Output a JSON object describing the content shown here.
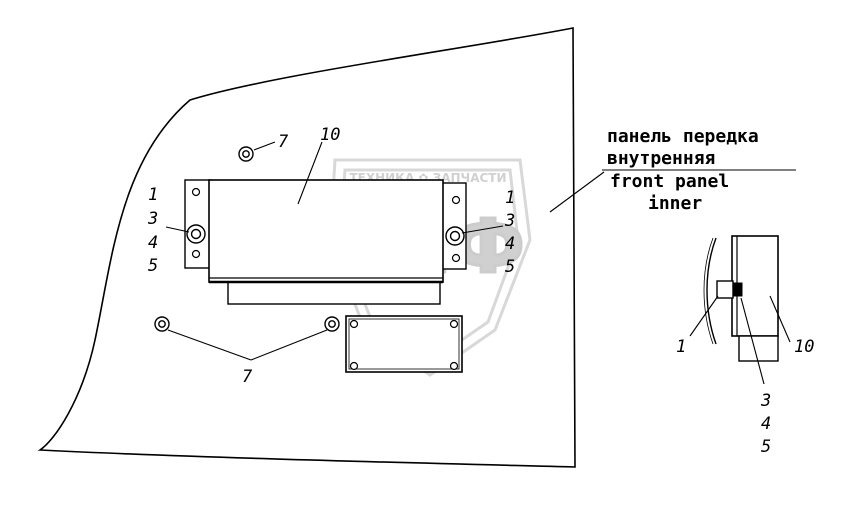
{
  "caption": {
    "line1": "панель передка",
    "line2": "внутренняя",
    "line3": "front panel",
    "line4": "inner"
  },
  "callouts": {
    "left_group": [
      "1",
      "3",
      "4",
      "5"
    ],
    "right_group": [
      "1",
      "3",
      "4",
      "5"
    ],
    "top_nut": "7",
    "bottom_nuts": "7",
    "main_part": "10",
    "side_part": "1",
    "side_main": "10",
    "side_group": [
      "3",
      "4",
      "5"
    ]
  },
  "watermark": {
    "brand": "ЭПФ",
    "tagline": "ТЕХНИКА ✿ ЗАПЧАСТИ"
  }
}
